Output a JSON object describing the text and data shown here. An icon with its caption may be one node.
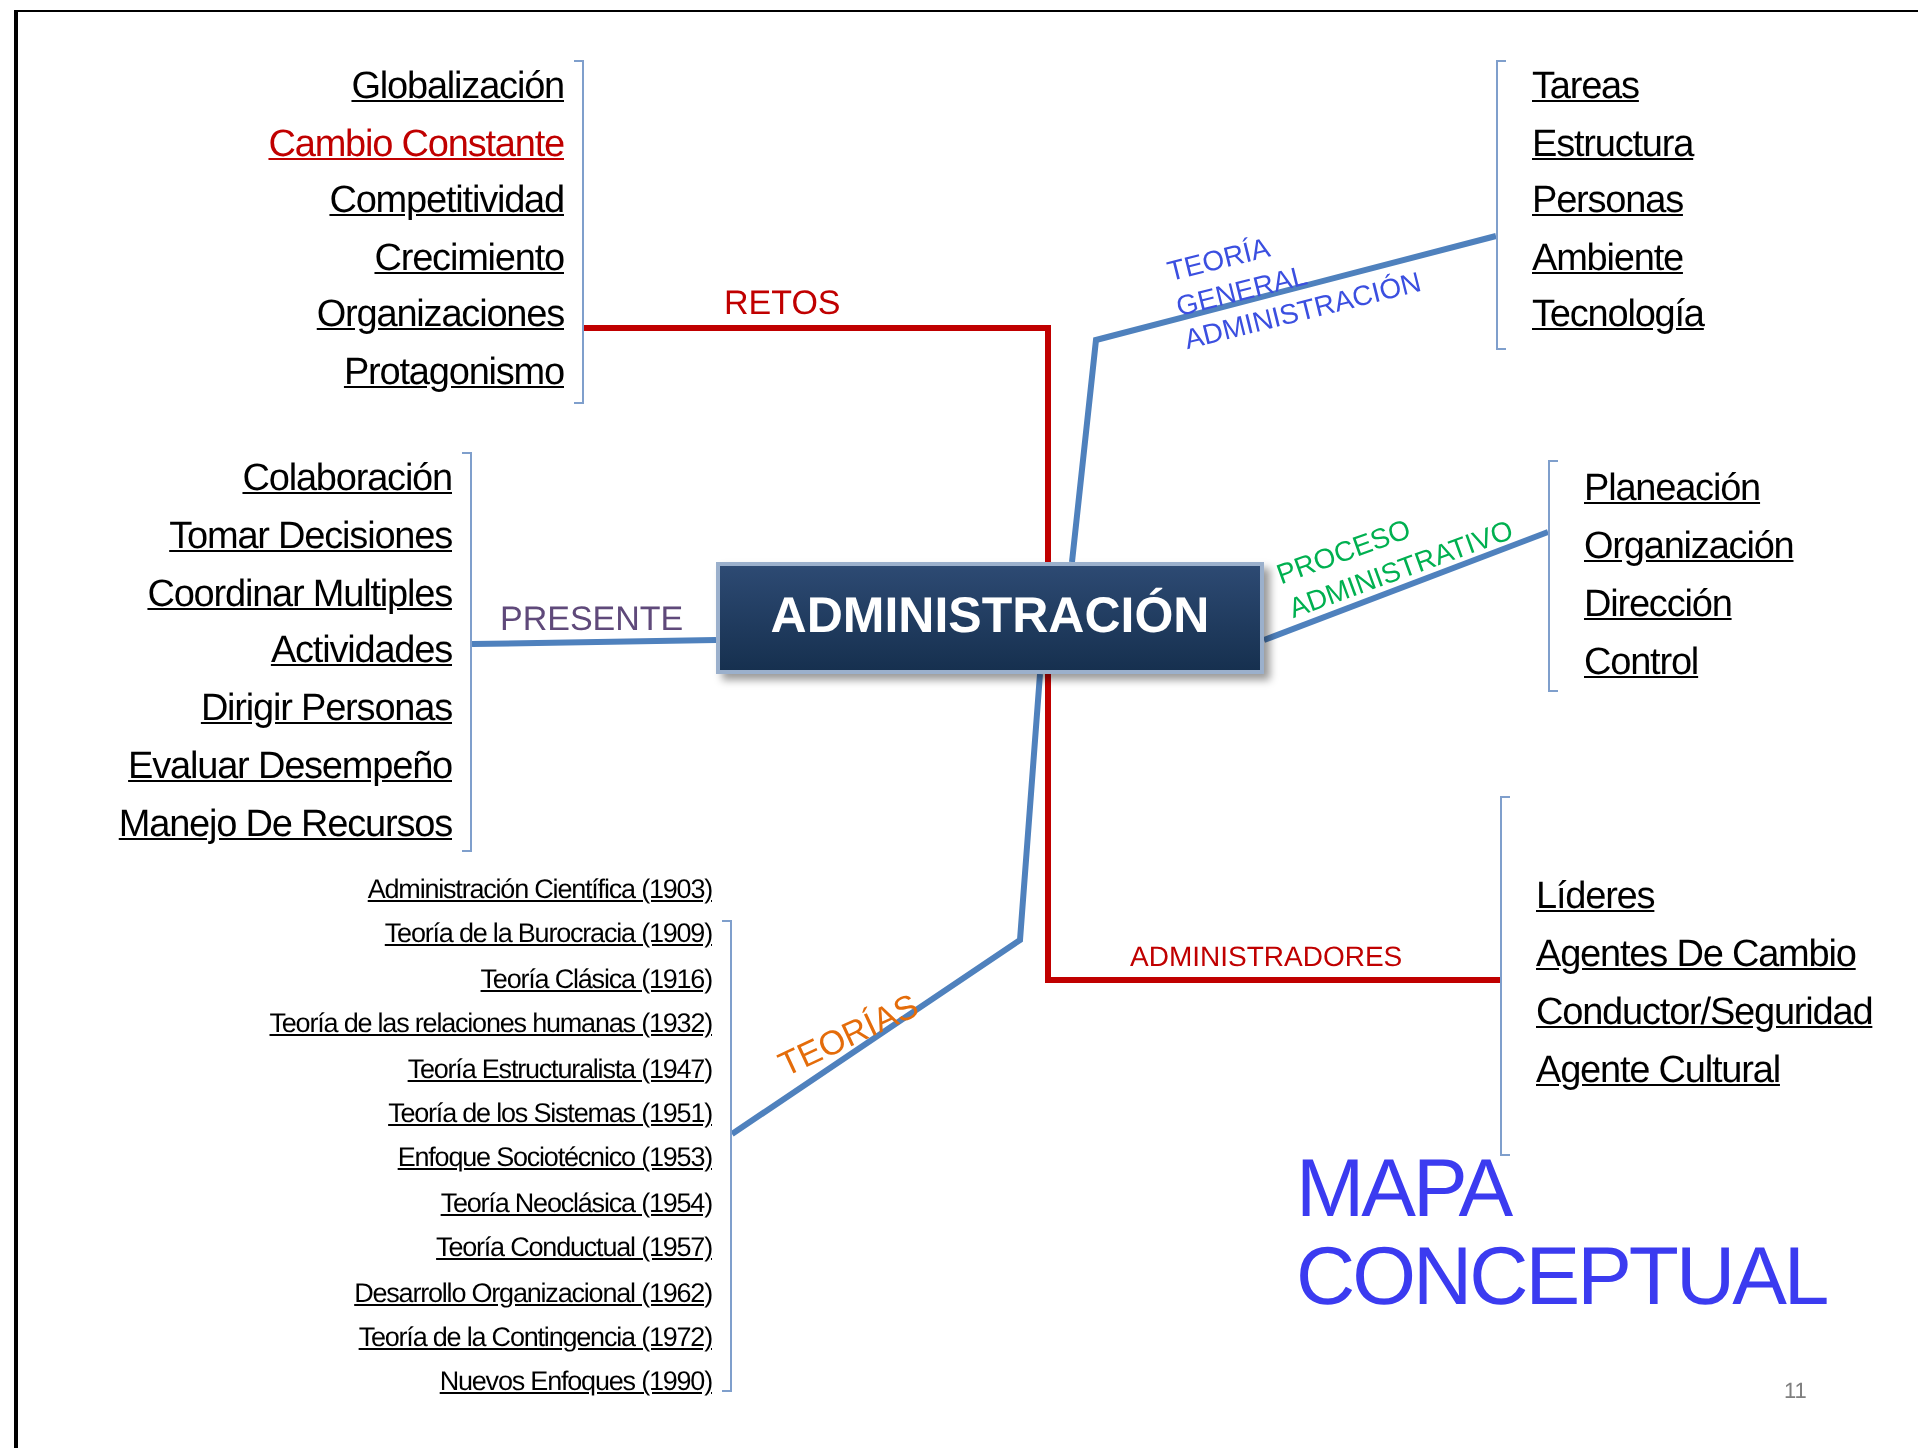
{
  "diagram": {
    "nodes": [
      {
        "text": [
          "ADMINISTRACIÓN"
        ]
      },
      {
        "text": [
          "Globalización",
          "Cambio Constante",
          "Competitividad",
          "Crecimiento",
          "Organizaciones",
          "Protagonismo"
        ]
      },
      {
        "text": [
          "Tareas",
          "Estructura",
          "Personas",
          "Ambiente",
          "Tecnología"
        ]
      },
      {
        "text": [
          "Planeación",
          "Organización",
          "Dirección",
          "Control"
        ]
      },
      {
        "text": [
          "Colaboración",
          "Tomar Decisiones",
          "Coordinar Multiples",
          "Actividades",
          "Dirigir Personas",
          "Evaluar Desempeño",
          "Manejo De Recursos"
        ]
      },
      {
        "text": [
          "Líderes",
          "Agentes De Cambio",
          "Conductor/Seguridad",
          "Agente Cultural"
        ]
      },
      {
        "text": [
          "Administración Científica (1903)",
          "Teoría de la Burocracia (1909)",
          "Teoría Clásica (1916)",
          "Teoría de las relaciones humanas (1932)",
          "Teoría Estructuralista (1947)",
          "Teoría de los Sistemas (1951)",
          "Enfoque Sociotécnico (1953)",
          "Teoría Neoclásica (1954)",
          "Teoría Conductual (1957)",
          "Desarrollo Organizacional (1962)",
          "Teoría de la Contingencia (1972)",
          "Nuevos Enfoques (1990)"
        ]
      }
    ],
    "edges": [
      {
        "from": 0,
        "to": 1,
        "arrow": "none",
        "label": "RETOS",
        "color": "#c00000"
      },
      {
        "from": 0,
        "to": 2,
        "arrow": "none",
        "label": "TEORÍA GENERAL ADMINISTRACIÓN"
      },
      {
        "from": 0,
        "to": 3,
        "arrow": "none",
        "label": "PROCESO ADMINISTRATIVO"
      },
      {
        "from": 0,
        "to": 4,
        "arrow": "none",
        "label": "PRESENTE"
      },
      {
        "from": 0,
        "to": 5,
        "arrow": "none",
        "label": "ADMINISTRADORES",
        "color": "#c00000"
      },
      {
        "from": 0,
        "to": 6,
        "arrow": "none",
        "label": "TEORÍAS"
      }
    ],
    "labels": [
      "MAPA CONCEPTUAL",
      "11"
    ]
  }
}
